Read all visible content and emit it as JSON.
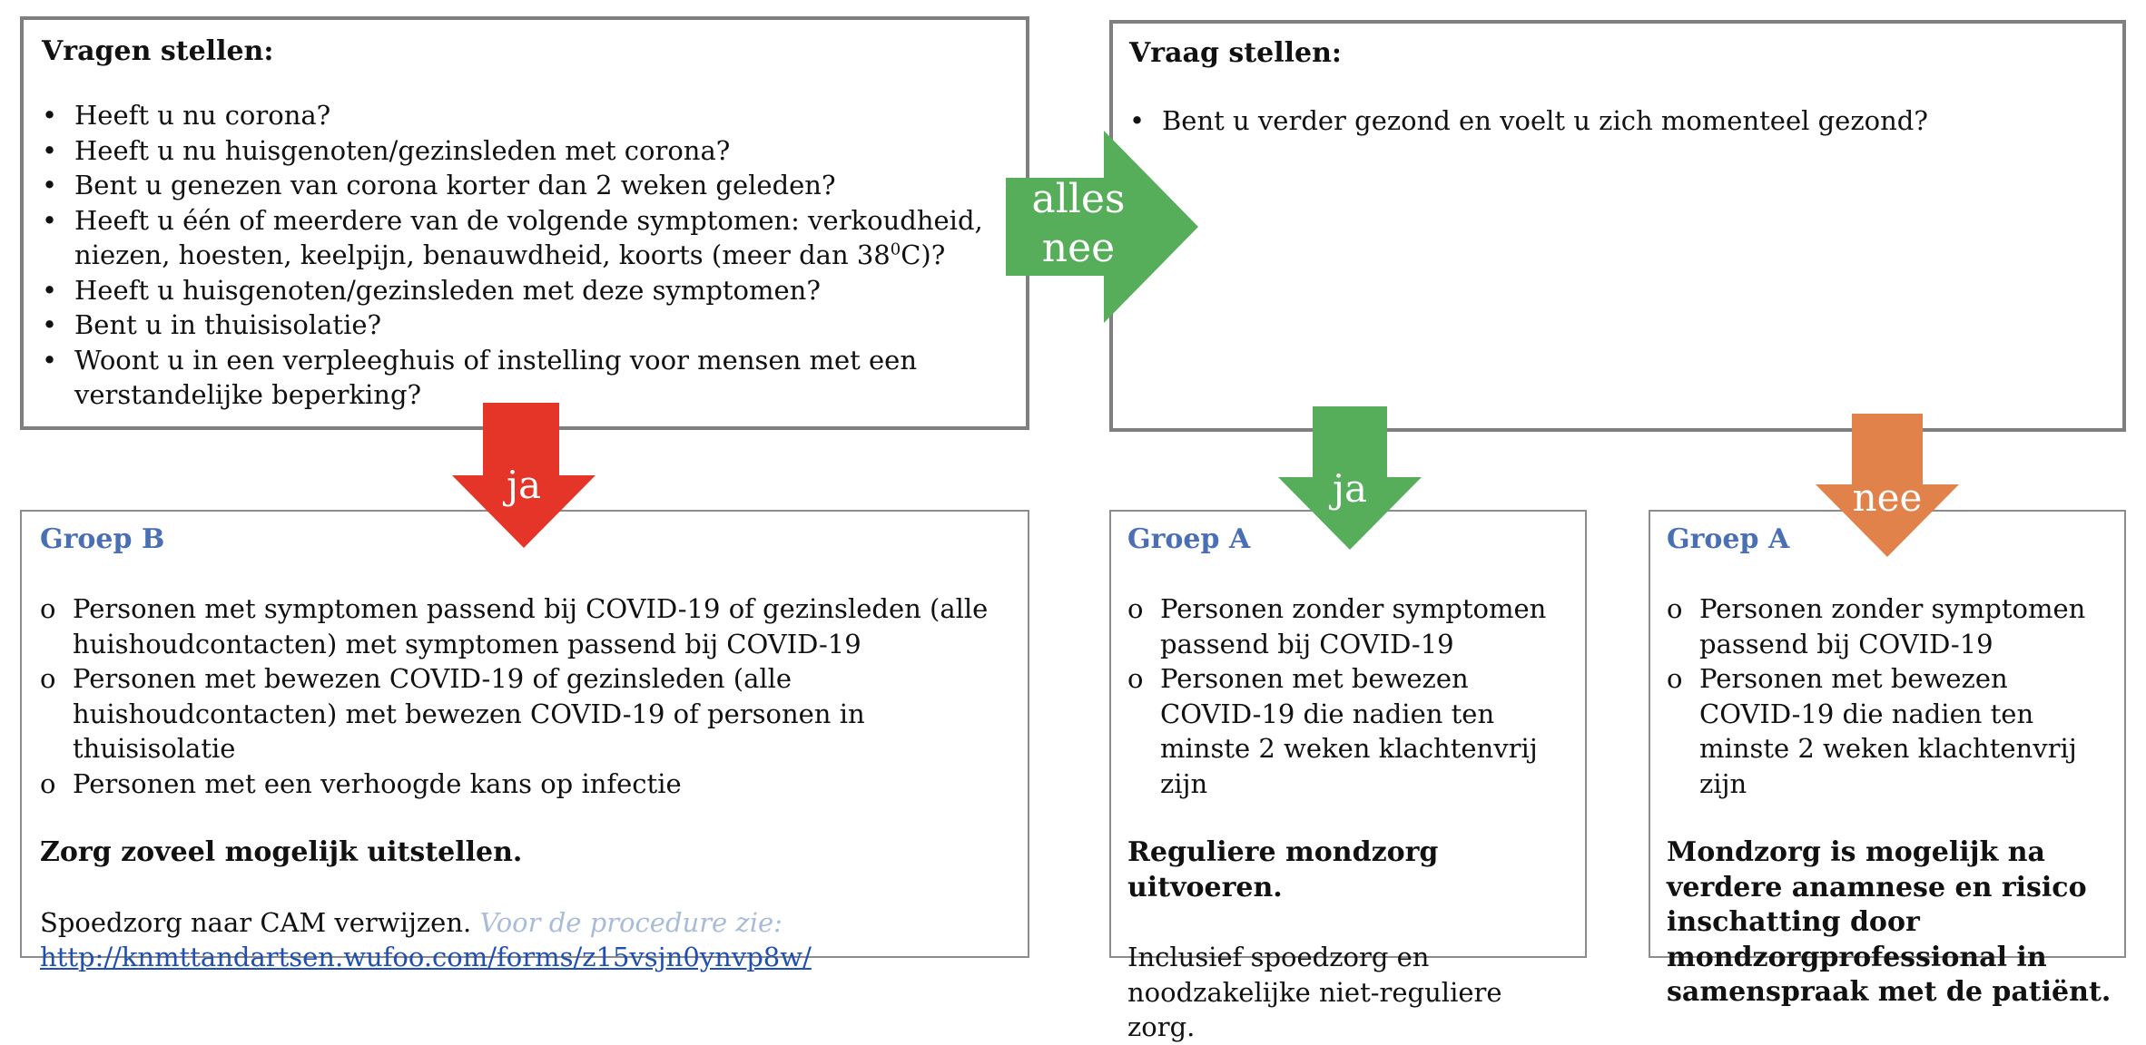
{
  "questions_box": {
    "heading": "Vragen stellen:",
    "items": [
      {
        "marker": "•",
        "text": "Heeft u nu corona?"
      },
      {
        "marker": "•",
        "text": "Heeft u nu huisgenoten/gezinsleden met corona?"
      },
      {
        "marker": "•",
        "text": "Bent u genezen van corona korter dan 2 weken geleden?"
      },
      {
        "marker": "•",
        "text": "Heeft u één of meerdere van de volgende symptomen: verkoudheid, niezen, hoesten, keelpijn, benauwdheid, koorts (meer dan 38",
        "sup": "0",
        "suffix": "C)?"
      },
      {
        "marker": "•",
        "text": "Heeft u huisgenoten/gezinsleden met deze symptomen?"
      },
      {
        "marker": "•",
        "text": "Bent u in thuisisolatie?"
      },
      {
        "marker": "•",
        "text": "Woont u in een verpleeghuis of instelling voor mensen met een verstandelijke beperking?"
      }
    ]
  },
  "question_box": {
    "heading": "Vraag stellen:",
    "items": [
      {
        "marker": "•",
        "text": "Bent u verder gezond en voelt u zich momenteel gezond?"
      }
    ]
  },
  "arrows": {
    "all_no": {
      "line1": "alles",
      "line2": "nee",
      "color": "#56ae5a"
    },
    "yes_left": {
      "label": "ja",
      "color": "#e53528"
    },
    "yes_right": {
      "label": "ja",
      "color": "#56ae5a"
    },
    "no_right": {
      "label": "nee",
      "color": "#e0824a"
    }
  },
  "group_b": {
    "title": "Groep B",
    "items": [
      {
        "marker": "o",
        "text": "Personen met symptomen passend bij COVID-19 of gezinsleden (alle huishoudcontacten) met symptomen passend bij COVID-19"
      },
      {
        "marker": "o",
        "text": "Personen met bewezen COVID-19 of gezinsleden (alle huishoudcontacten) met bewezen COVID-19 of personen in thuisisolatie"
      },
      {
        "marker": "o",
        "text": "Personen met een verhoogde kans op infectie"
      }
    ],
    "action": "Zorg zoveel mogelijk uitstellen.",
    "referral": "Spoedzorg naar CAM verwijzen.",
    "procedure_hint": "Voor de procedure zie:",
    "link": "http://knmttandartsen.wufoo.com/forms/z15vsjn0ynvp8w/"
  },
  "group_a_yes": {
    "title": "Groep A",
    "items": [
      {
        "marker": "o",
        "text": "Personen zonder symptomen passend bij COVID-19"
      },
      {
        "marker": "o",
        "text": "Personen met bewezen COVID-19 die nadien ten minste 2 weken klachtenvrij zijn"
      }
    ],
    "action": "Reguliere mondzorg uitvoeren.",
    "note": "Inclusief spoedzorg en noodzakelijke niet-reguliere zorg."
  },
  "group_a_no": {
    "title": "Groep A",
    "items": [
      {
        "marker": "o",
        "text": "Personen zonder symptomen passend bij COVID-19"
      },
      {
        "marker": "o",
        "text": "Personen met bewezen COVID-19 die nadien ten minste 2 weken klachtenvrij zijn"
      }
    ],
    "action": "Mondzorg is mogelijk na verdere anamnese en risico inschatting door mondzorgprofessional in samenspraak met de patiënt."
  }
}
